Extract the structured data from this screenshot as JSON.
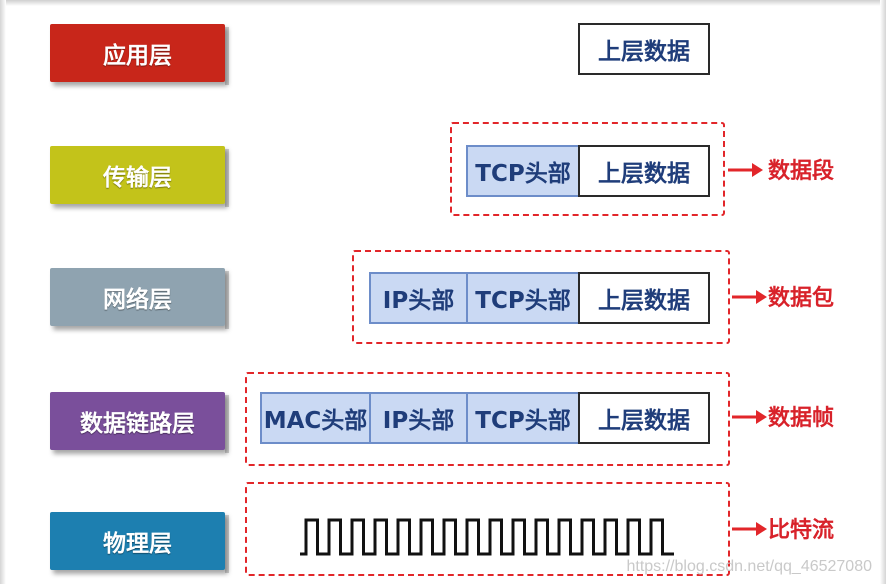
{
  "layers": [
    {
      "label": "应用层",
      "color": "#c8261a"
    },
    {
      "label": "传输层",
      "color": "#c3c31a"
    },
    {
      "label": "网络层",
      "color": "#8fa3b0"
    },
    {
      "label": "数据链路层",
      "color": "#7a4f9b"
    },
    {
      "label": "物理层",
      "color": "#1d7fb0"
    }
  ],
  "boxes": {
    "upper_data": "上层数据",
    "tcp_header": "TCP头部",
    "ip_header": "IP头部",
    "mac_header": "MAC头部"
  },
  "pdu_labels": {
    "segment": "数据段",
    "packet": "数据包",
    "frame": "数据帧",
    "bitstream": "比特流"
  },
  "colors": {
    "dash": "#e2262a",
    "header_fill": "#cad9f3",
    "text_blue": "#1f3d7a"
  },
  "watermark": "https://blog.csdn.net/qq_46527080"
}
